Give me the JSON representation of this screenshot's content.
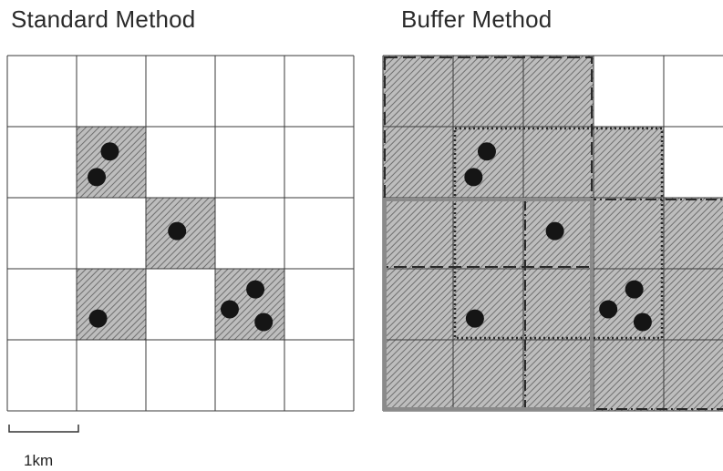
{
  "panels": {
    "standard": {
      "title": "Standard Method",
      "grid": {
        "rows": 5,
        "cols": 5
      },
      "hatched_cells": [
        [
          1,
          1
        ],
        [
          2,
          2
        ],
        [
          3,
          1
        ],
        [
          3,
          3
        ]
      ],
      "points": [
        {
          "row": 1,
          "col": 1,
          "fx": 0.48,
          "fy": 0.35
        },
        {
          "row": 1,
          "col": 1,
          "fx": 0.29,
          "fy": 0.71
        },
        {
          "row": 2,
          "col": 2,
          "fx": 0.45,
          "fy": 0.47
        },
        {
          "row": 3,
          "col": 1,
          "fx": 0.31,
          "fy": 0.7
        },
        {
          "row": 3,
          "col": 3,
          "fx": 0.58,
          "fy": 0.29
        },
        {
          "row": 3,
          "col": 3,
          "fx": 0.21,
          "fy": 0.57
        },
        {
          "row": 3,
          "col": 3,
          "fx": 0.7,
          "fy": 0.75
        }
      ]
    },
    "buffer": {
      "title": "Buffer Method",
      "grid": {
        "rows": 5,
        "cols": 5
      },
      "hatched_cells": [
        [
          0,
          0
        ],
        [
          0,
          1
        ],
        [
          0,
          2
        ],
        [
          1,
          0
        ],
        [
          1,
          1
        ],
        [
          1,
          2
        ],
        [
          1,
          3
        ],
        [
          2,
          0
        ],
        [
          2,
          1
        ],
        [
          2,
          2
        ],
        [
          2,
          3
        ],
        [
          2,
          4
        ],
        [
          3,
          0
        ],
        [
          3,
          1
        ],
        [
          3,
          2
        ],
        [
          3,
          3
        ],
        [
          3,
          4
        ],
        [
          4,
          0
        ],
        [
          4,
          1
        ],
        [
          4,
          2
        ],
        [
          4,
          3
        ],
        [
          4,
          4
        ]
      ],
      "points": [
        {
          "row": 1,
          "col": 1,
          "fx": 0.48,
          "fy": 0.35
        },
        {
          "row": 1,
          "col": 1,
          "fx": 0.29,
          "fy": 0.71
        },
        {
          "row": 2,
          "col": 2,
          "fx": 0.45,
          "fy": 0.47
        },
        {
          "row": 3,
          "col": 1,
          "fx": 0.31,
          "fy": 0.7
        },
        {
          "row": 3,
          "col": 3,
          "fx": 0.58,
          "fy": 0.29
        },
        {
          "row": 3,
          "col": 3,
          "fx": 0.21,
          "fy": 0.57
        },
        {
          "row": 3,
          "col": 3,
          "fx": 0.7,
          "fy": 0.75
        }
      ],
      "buffers": [
        {
          "style": "long-dash",
          "rows": [
            0,
            2
          ],
          "cols": [
            0,
            2
          ]
        },
        {
          "style": "dotted",
          "rows": [
            1,
            3
          ],
          "cols": [
            1,
            3
          ]
        },
        {
          "style": "dash-dot",
          "rows": [
            2,
            4
          ],
          "cols": [
            2,
            4
          ]
        },
        {
          "style": "solid-gray",
          "rows": [
            2,
            4
          ],
          "cols": [
            0,
            2
          ]
        }
      ]
    }
  },
  "scale": {
    "label": "1km",
    "cells": 1
  },
  "colors": {
    "grid_line": "#3a3a3a",
    "hatch_bg": "#bdbdbd",
    "hatch_line": "#6f6f6f",
    "point": "#151515",
    "buffer_outline": "#2a2a2a",
    "buffer_gray": "#8a8a8a"
  }
}
